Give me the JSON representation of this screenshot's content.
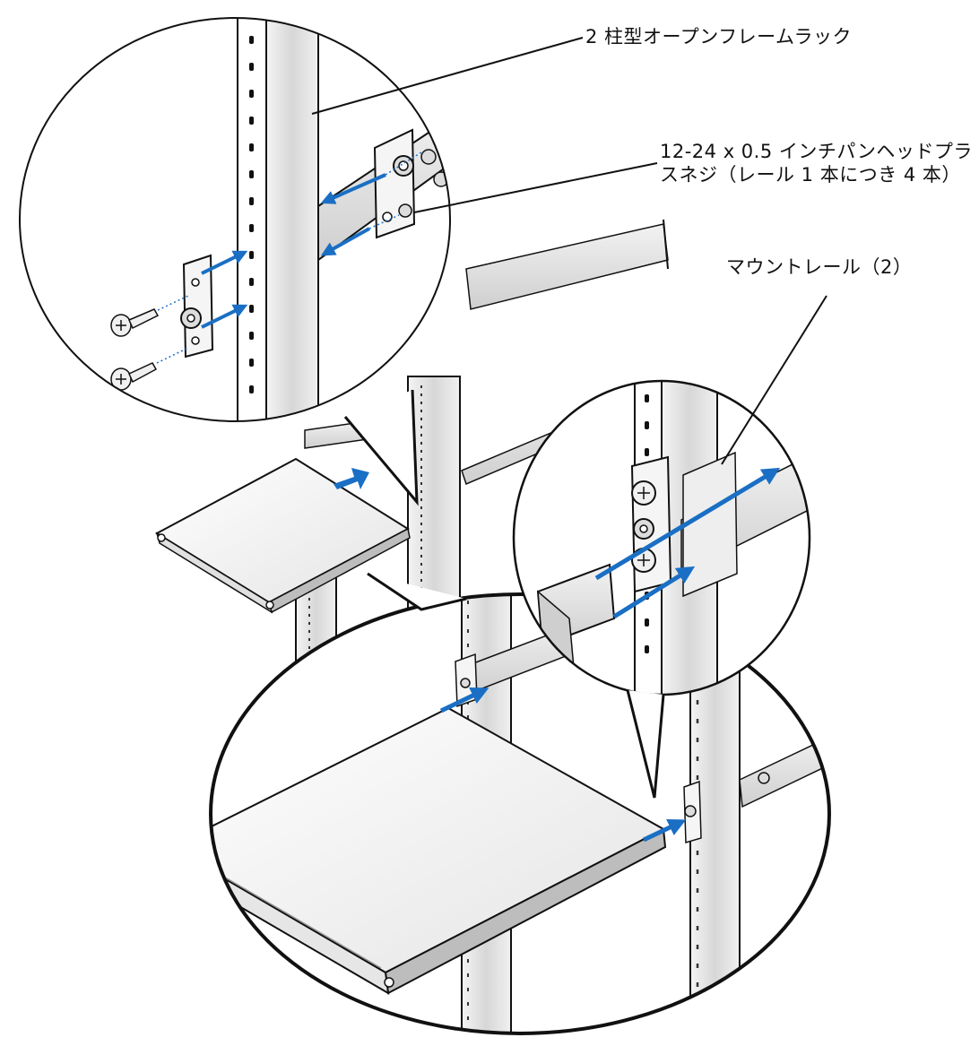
{
  "labels": {
    "rack": "2 柱型オープンフレームラック",
    "screw_line1": "12-24 x 0.5 インチパンヘッドプラ",
    "screw_line2": "スネジ（レール 1 本につき 4 本）",
    "rail": "マウントレール（2）"
  },
  "colors": {
    "arrow": "#1a6fc4",
    "line": "#111111",
    "metal": "#d9d9d9",
    "metal_dark": "#9a9a9a"
  }
}
